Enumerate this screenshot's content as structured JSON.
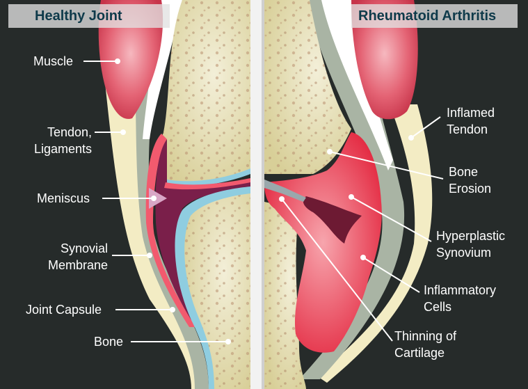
{
  "titles": {
    "left": "Healthy Joint",
    "right": "Rheumatoid Arthritis"
  },
  "labels_left": {
    "muscle": "Muscle",
    "tendon_1": "Tendon,",
    "tendon_2": "Ligaments",
    "meniscus": "Meniscus",
    "synovial_1": "Synovial",
    "synovial_2": "Membrane",
    "capsule": "Joint Capsule",
    "bone": "Bone"
  },
  "labels_right": {
    "inflamed_1": "Inflamed",
    "inflamed_2": "Tendon",
    "erosion_1": "Bone",
    "erosion_2": "Erosion",
    "hyper_1": "Hyperplastic",
    "hyper_2": "Synovium",
    "cells_1": "Inflammatory",
    "cells_2": "Cells",
    "thin_1": "Thinning of",
    "thin_2": "Cartilage"
  },
  "colors": {
    "background": "#262b2a",
    "bone": "#ebe5c0",
    "muscle": "#d94a5c",
    "tendon": "#f3ecc4",
    "capsule": "#a9b4a4",
    "synovium": "#f25a6e",
    "meniscus_fluid": "#7a1f4a",
    "cartilage": "#8fcde0",
    "inflammation": "#e8324a",
    "title_text": "#0e3a4a"
  }
}
